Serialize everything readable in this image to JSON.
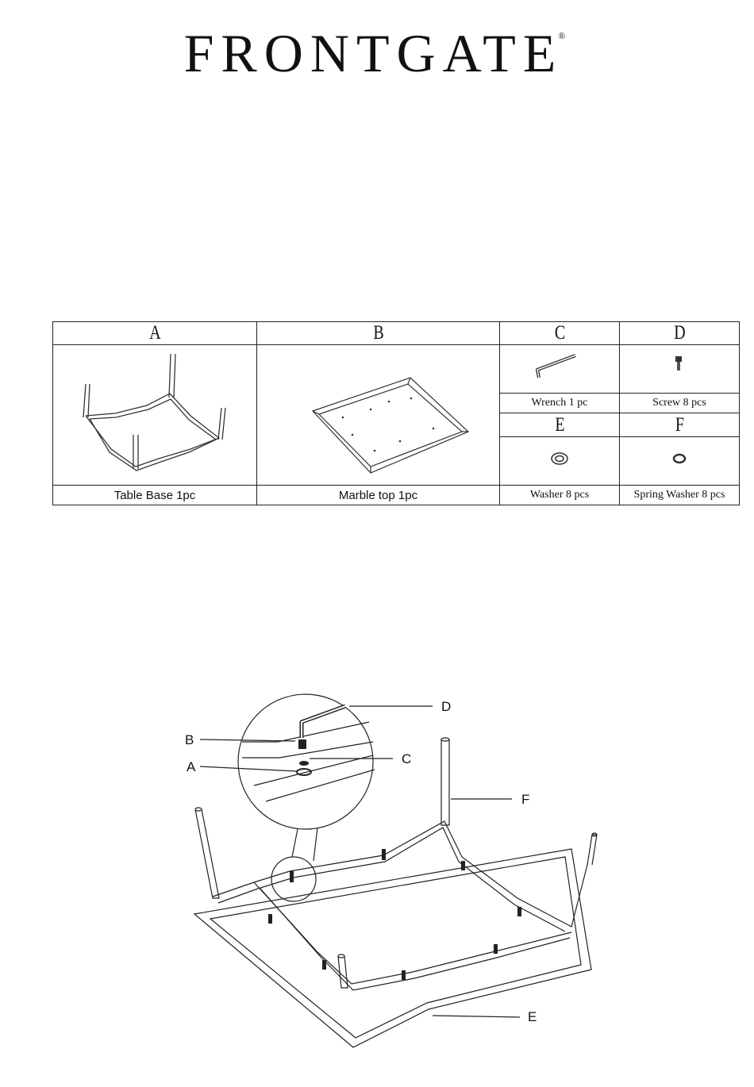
{
  "brand": {
    "name": "FRONTGATE",
    "mark": "®"
  },
  "parts": [
    {
      "letter": "A",
      "caption": "Table Base 1pc",
      "icon": "table-base-icon"
    },
    {
      "letter": "B",
      "caption": "Marble top 1pc",
      "icon": "marble-top-icon"
    },
    {
      "letter": "C",
      "caption": "Wrench 1 pc",
      "icon": "wrench-icon"
    },
    {
      "letter": "D",
      "caption": "Screw 8 pcs",
      "icon": "screw-icon"
    },
    {
      "letter": "E",
      "caption": "Washer 8 pcs",
      "icon": "washer-icon"
    },
    {
      "letter": "F",
      "caption": "Spring Washer 8 pcs",
      "icon": "spring-washer-icon"
    }
  ],
  "assembly": {
    "callouts": [
      "D",
      "B",
      "C",
      "A",
      "F",
      "E"
    ]
  }
}
